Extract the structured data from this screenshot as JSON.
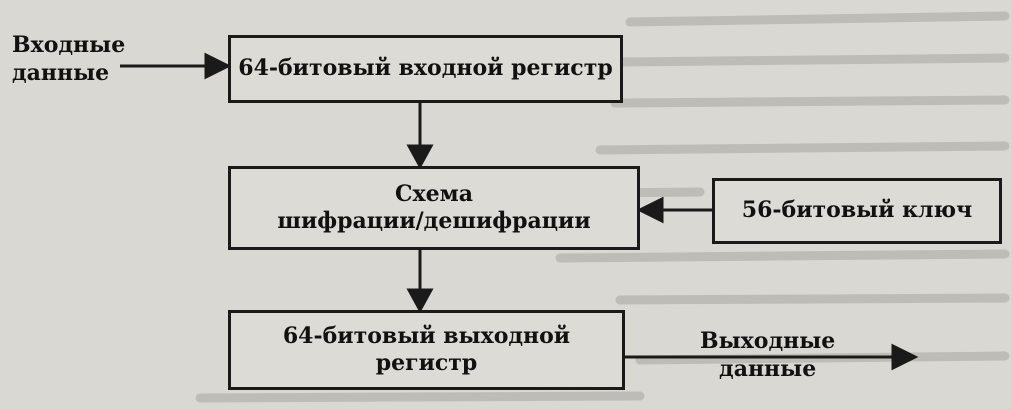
{
  "diagram": {
    "input_label_line1": "Входные",
    "input_label_line2": "данные",
    "input_register": "64-битовый входной регистр",
    "cipher_line1": "Схема",
    "cipher_line2": "шифрации/дешифрации",
    "key": "56-битовый ключ",
    "output_register": "64-битовый выходной регистр",
    "output_label_line1": "Выходные",
    "output_label_line2": "данные"
  },
  "colors": {
    "ink": "#1a1a1a",
    "paper": "#d9d8d2"
  }
}
